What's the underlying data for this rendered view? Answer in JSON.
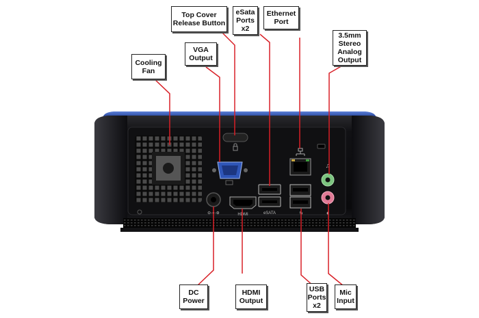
{
  "callouts": {
    "top_cover": [
      "Top Cover",
      "Release Button"
    ],
    "esata": [
      "eSata",
      "Ports",
      "x2"
    ],
    "ethernet": [
      "Ethernet",
      "Port"
    ],
    "stereo": [
      "3.5mm",
      "Stereo",
      "Analog",
      "Output"
    ],
    "vga": [
      "VGA",
      "Output"
    ],
    "cooling_fan": [
      "Cooling",
      "Fan"
    ],
    "dc_power": [
      "DC",
      "Power"
    ],
    "hdmi": [
      "HDMI",
      "Output"
    ],
    "usb": [
      "USB",
      "Ports",
      "x2"
    ],
    "mic": [
      "Mic",
      "Input"
    ]
  },
  "port_labels": {
    "hdmi": "HDMI",
    "esata": "eSATA"
  },
  "colors": {
    "leader_line": "#d81f26",
    "device_body": "#0c0c0e",
    "top_trim": "#2a4fb0",
    "vga_port": "#2f56b8",
    "stereo_jack": "#7cc47f",
    "mic_jack": "#e07a96"
  }
}
